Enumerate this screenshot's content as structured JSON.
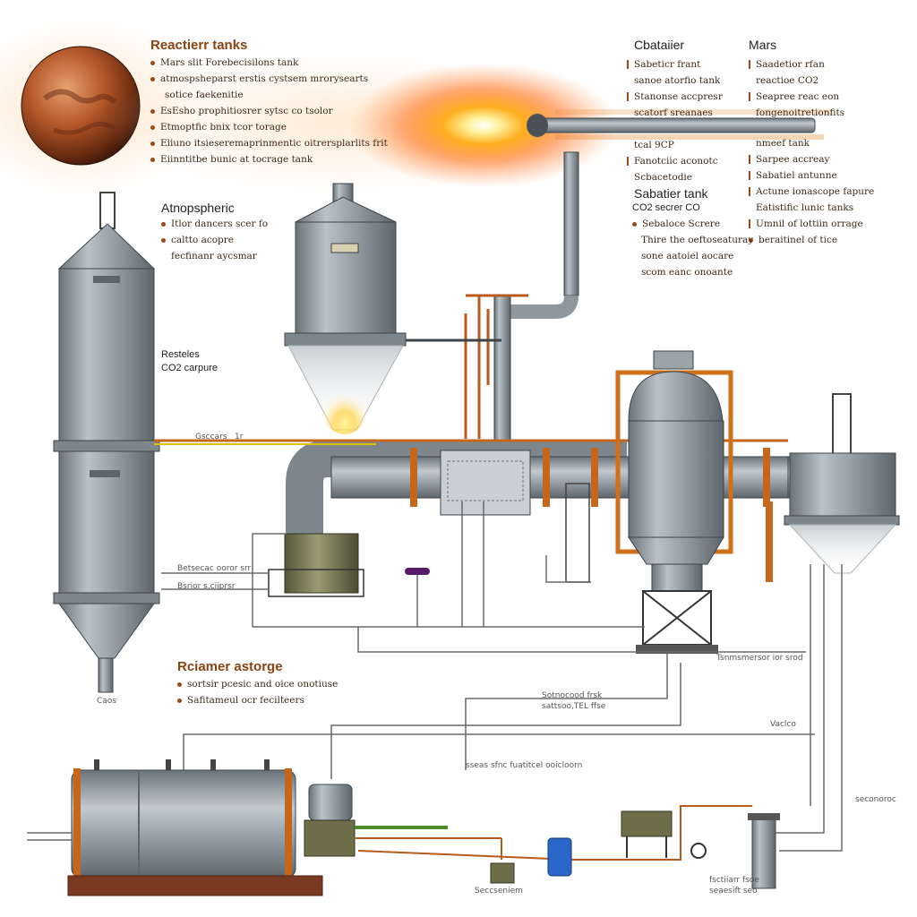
{
  "labels": {
    "reactor_tanks_title": "Reactierr tanks",
    "reactor_tanks_items": [
      "Mars slit Forebecisilons tank",
      "atmospsheparst erstis cystsem mrorysearts",
      "sotice faekenitie",
      "EsEsho prophitiosrer sytsc co tsolor",
      "Etmoptfic bnix tcor torage",
      "Eliuno itsieseremaprinmentic oitrersplarlits frit",
      "Eiinntitbe bunic at tocrage tank"
    ],
    "sabatier_title": "Cbataiier",
    "sabatier_items": [
      "Sabeticr frant",
      "sanoe atorfio tank",
      "Stanonse accpresr",
      "scatorf sreanaes",
      "tcal 9CP",
      "Fanotciic aconotc",
      "Scbacetodie"
    ],
    "mars_title": "Mars",
    "mars_items": [
      "Saadetior rfan",
      "reactioe CO2",
      "Seapree reac eon",
      "fongenoitretionfits",
      "nmeef tank",
      "Sarpee accreay",
      "Sabatiel antunne",
      "Actune ionascope fapure",
      "Eatistific lunic tanks",
      "Umnil of lottiin orrage",
      "beraitinel of tice"
    ],
    "sabatier_tank_title": "Sabatier tank",
    "sabatier_tank_lines": [
      "CO2 secrer CO",
      "Sebaloce Screre",
      "Thire the oeftoseaturay",
      "sone aatoiel aocare",
      "scom eanc onoante"
    ],
    "atmospheric_title": "Atnopspheric",
    "atmospheric_items": [
      "Itlor dancers scer fo",
      "caltto acopre"
    ],
    "atmospheric_note": "fecfinanr aycsmar",
    "restles": "Resteles",
    "co2_capture": "CO2 carpure",
    "reclaimer_title": "Rciamer astorge",
    "reclaimer_items": [
      "sortsir pcesic and oice onotiuse",
      "Safitameul ocr fecilteers"
    ],
    "pipe_small_1": "Gsccars   1r",
    "pipe_small_2": "Betsecac ooror srr",
    "pipe_small_3": "Bsrior s.ciiprsr",
    "base_label_left": "Caos",
    "label_gauge": "Tsnmsmersor ior srod",
    "label_sec1": "Sotnocood frsk",
    "label_sec2": "sattsoo,TEL ffse",
    "label_vatlo": "Vaclco",
    "label_mid": "sseas sfnc fuatitcel ooicloorn",
    "label_right": "seconoroc",
    "label_bottom_mid": "Seccseniem",
    "label_bottom_r1": "fsctiiarr fsoe",
    "label_bottom_r2": "seaesift seo"
  },
  "colors": {
    "steel": "#8e979e",
    "copper": "#c4661c",
    "mars": "#b5582a",
    "flame": "#ffb020",
    "olive": "#6e6f4a"
  }
}
